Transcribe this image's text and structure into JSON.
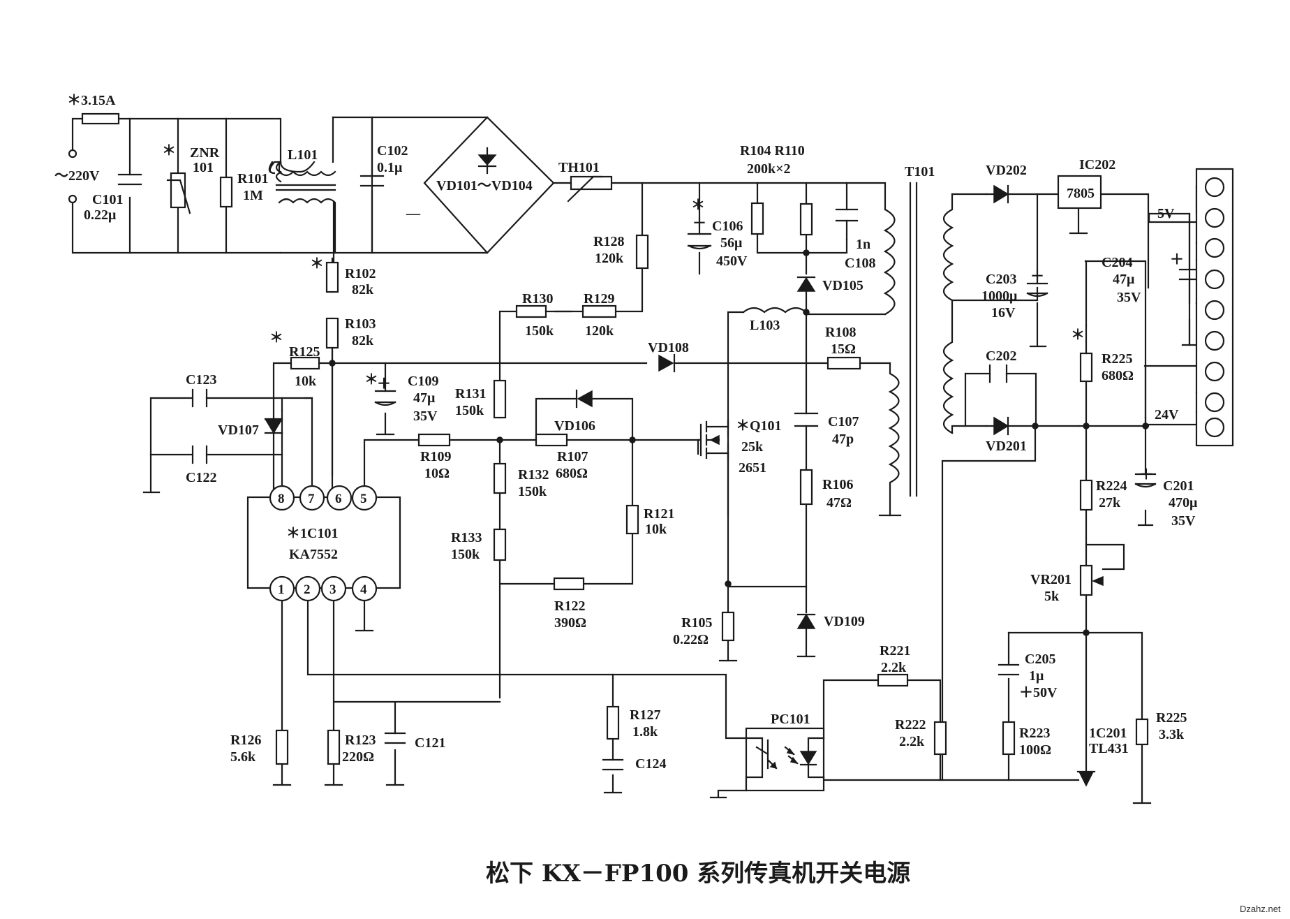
{
  "title": "松下 KX－FP100 系列传真机开关电源",
  "watermark": "Dzahz.net",
  "colors": {
    "ink": "#1a1a1a",
    "paper": "#ffffff"
  },
  "labels": {
    "fuse": "＊3.15A",
    "ac_in": "～220V",
    "c101_name": "C101",
    "c101_val": "0.22μ",
    "znr_name": "ZNR",
    "znr_val": "101",
    "r101_name": "R101",
    "r101_val": "1M",
    "l101": "L101",
    "c102_name": "C102",
    "c102_val": "0.1μ",
    "bridge": "VD101～VD104",
    "th101": "TH101",
    "r104_r110": "R104 R110",
    "r104_val": "200k×2",
    "t101": "T101",
    "vd202": "VD202",
    "ic202_name": "IC202",
    "ic202_val": "7805",
    "out5v": "5V",
    "out24v": "24V",
    "c106_name": "C106",
    "c106_val": "56μ",
    "c106_v": "450V",
    "c108_val": "1n",
    "c108_name": "C108",
    "vd105": "VD105",
    "r128_name": "R128",
    "r128_val": "120k",
    "c203_name": "C203",
    "c203_val": "1000μ",
    "c203_v": "16V",
    "c204_name": "C204",
    "c204_val": "47μ",
    "c204_v": "35V",
    "r102_name": "R102",
    "r102_val": "82k",
    "r103_name": "R103",
    "r103_val": "82k",
    "r130_name": "R130",
    "r130_val": "150k",
    "r129_name": "R129",
    "r129_val": "120k",
    "l103": "L103",
    "r108_name": "R108",
    "r108_val": "15Ω",
    "vd108": "VD108",
    "r125_name": "R125",
    "r125_val": "10k",
    "c123": "C123",
    "c109_name": "C109",
    "c109_val": "47μ",
    "c109_v": "35V",
    "r131_name": "R131",
    "r131_val": "150k",
    "c202": "C202",
    "r225a_name": "R225",
    "r225a_val": "680Ω",
    "vd107": "VD107",
    "vd106": "VD106",
    "q101_name": "＊Q101",
    "q101_val": "25k",
    "q101_part": "2651",
    "c107_name": "C107",
    "c107_val": "47p",
    "vd201": "VD201",
    "c122": "C122",
    "r109_name": "R109",
    "r109_val": "10Ω",
    "r107_name": "R107",
    "r107_val": "680Ω",
    "r132_name": "R132",
    "r132_val": "150k",
    "r106_name": "R106",
    "r106_val": "47Ω",
    "r224_name": "R224",
    "r224_val": "27k",
    "c201_name": "C201",
    "c201_val": "470μ",
    "c201_v": "35V",
    "ic101_name": "＊1C101",
    "ic101_val": "KA7552",
    "r121_name": "R121",
    "r121_val": "10k",
    "r133_name": "R133",
    "r133_val": "150k",
    "vr201_name": "VR201",
    "vr201_val": "5k",
    "r122_name": "R122",
    "r122_val": "390Ω",
    "r105_name": "R105",
    "r105_val": "0.22Ω",
    "vd109": "VD109",
    "r221_name": "R221",
    "r221_val": "2.2k",
    "c205_name": "C205",
    "c205_val": "1μ",
    "c205_v": "＋50V",
    "r127_name": "R127",
    "r127_val": "1.8k",
    "pc101": "PC101",
    "r222_name": "R222",
    "r222_val": "2.2k",
    "r225b_name": "R225",
    "r225b_val": "3.3k",
    "r126_name": "R126",
    "r126_val": "5.6k",
    "r123_name": "R123",
    "r123_val": "220Ω",
    "c121": "C121",
    "c124": "C124",
    "r223_name": "R223",
    "r223_val": "100Ω",
    "ic201_name": "1C201",
    "ic201_val": "TL431",
    "star": "＊",
    "plus": "＋",
    "minus": "—",
    "pins_top": [
      "8",
      "7",
      "6",
      "5"
    ],
    "pins_bottom": [
      "1",
      "2",
      "3",
      "4"
    ]
  }
}
